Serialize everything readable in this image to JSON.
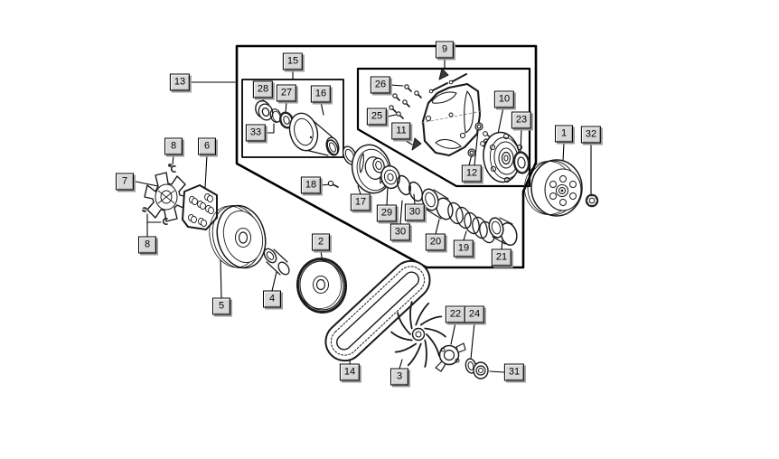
{
  "figure": {
    "type": "exploded-parts-diagram",
    "description_visible_text_only": true
  },
  "colors": {
    "background": "#ffffff",
    "line": "#1a1a1a",
    "frame_line": "#000000",
    "label_bg": "#d8d8d8",
    "label_border": "#000000",
    "label_highlight": "#ffffff",
    "label_shadow": "#9c9c9c",
    "label_text": "#000000",
    "pin_fill": "#3a3a3a"
  },
  "callouts": [
    {
      "label": "1"
    },
    {
      "label": "2"
    },
    {
      "label": "3"
    },
    {
      "label": "4"
    },
    {
      "label": "5"
    },
    {
      "label": "6"
    },
    {
      "label": "7"
    },
    {
      "label": "8"
    },
    {
      "label": "8"
    },
    {
      "label": "9"
    },
    {
      "label": "10"
    },
    {
      "label": "11"
    },
    {
      "label": "12"
    },
    {
      "label": "13"
    },
    {
      "label": "14"
    },
    {
      "label": "15"
    },
    {
      "label": "16"
    },
    {
      "label": "17"
    },
    {
      "label": "18"
    },
    {
      "label": "19"
    },
    {
      "label": "20"
    },
    {
      "label": "21"
    },
    {
      "label": "22"
    },
    {
      "label": "23"
    },
    {
      "label": "24"
    },
    {
      "label": "25"
    },
    {
      "label": "26"
    },
    {
      "label": "27"
    },
    {
      "label": "28"
    },
    {
      "label": "29"
    },
    {
      "label": "30"
    },
    {
      "label": "30"
    },
    {
      "label": "31"
    },
    {
      "label": "32"
    },
    {
      "label": "33"
    }
  ]
}
